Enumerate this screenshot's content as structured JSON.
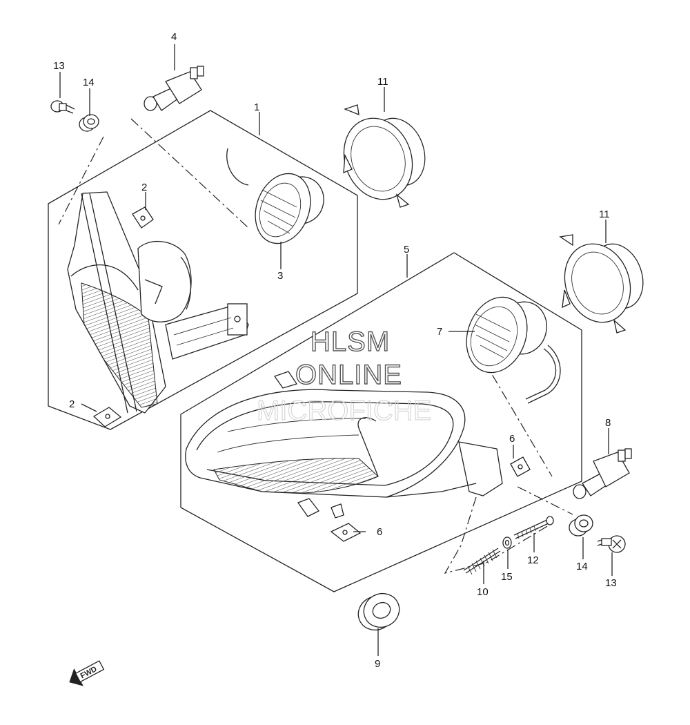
{
  "watermark": {
    "line1": "HLSM",
    "line2": "ONLINE",
    "line3": "MICROFICHE"
  },
  "fwd_label": "FWD",
  "callouts": {
    "c1": "1",
    "c2a": "2",
    "c2b": "2",
    "c3": "3",
    "c4": "4",
    "c5": "5",
    "c6a": "6",
    "c6b": "6",
    "c7": "7",
    "c8": "8",
    "c9": "9",
    "c10": "10",
    "c11a": "11",
    "c11b": "11",
    "c12": "12",
    "c13a": "13",
    "c13b": "13",
    "c14a": "14",
    "c14b": "14",
    "c15": "15"
  }
}
